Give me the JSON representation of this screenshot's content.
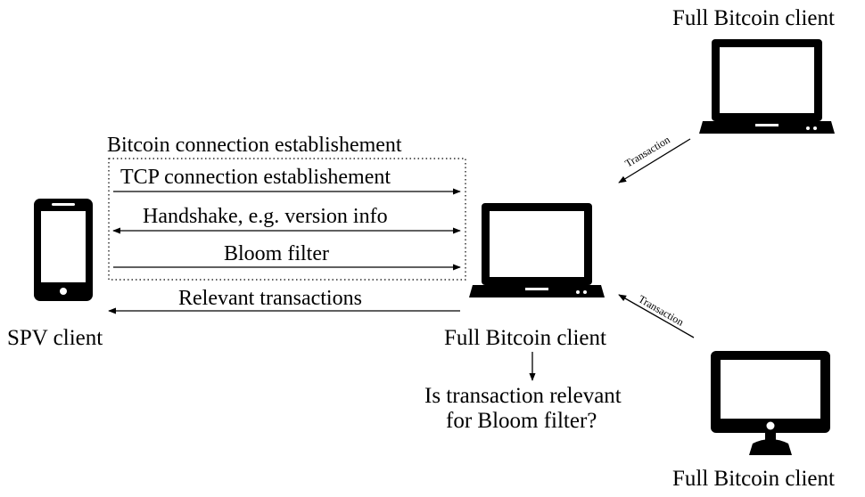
{
  "colors": {
    "ink": "#000000",
    "background": "#ffffff"
  },
  "nodes": {
    "spv_client": {
      "label": "SPV client",
      "icon": "smartphone-icon"
    },
    "full_client_center": {
      "label": "Full Bitcoin client",
      "icon": "laptop-icon"
    },
    "full_client_top_right": {
      "label": "Full Bitcoin client",
      "icon": "laptop-icon"
    },
    "full_client_bottom_right": {
      "label": "Full Bitcoin client",
      "icon": "desktop-monitor-icon"
    }
  },
  "connection_box": {
    "title": "Bitcoin connection establishement",
    "messages": [
      {
        "label": "TCP connection establishement",
        "direction": "spv-to-full"
      },
      {
        "label": "Handshake, e.g. version info",
        "direction": "bidirectional"
      },
      {
        "label": "Bloom filter",
        "direction": "spv-to-full"
      }
    ]
  },
  "response": {
    "label": "Relevant transactions",
    "direction": "full-to-spv"
  },
  "peer_links": [
    {
      "label": "Transaction",
      "from": "full_client_top_right",
      "to": "full_client_center"
    },
    {
      "label": "Transaction",
      "from": "full_client_bottom_right",
      "to": "full_client_center"
    }
  ],
  "check": {
    "line1": "Is transaction relevant",
    "line2": "for Bloom filter?"
  }
}
